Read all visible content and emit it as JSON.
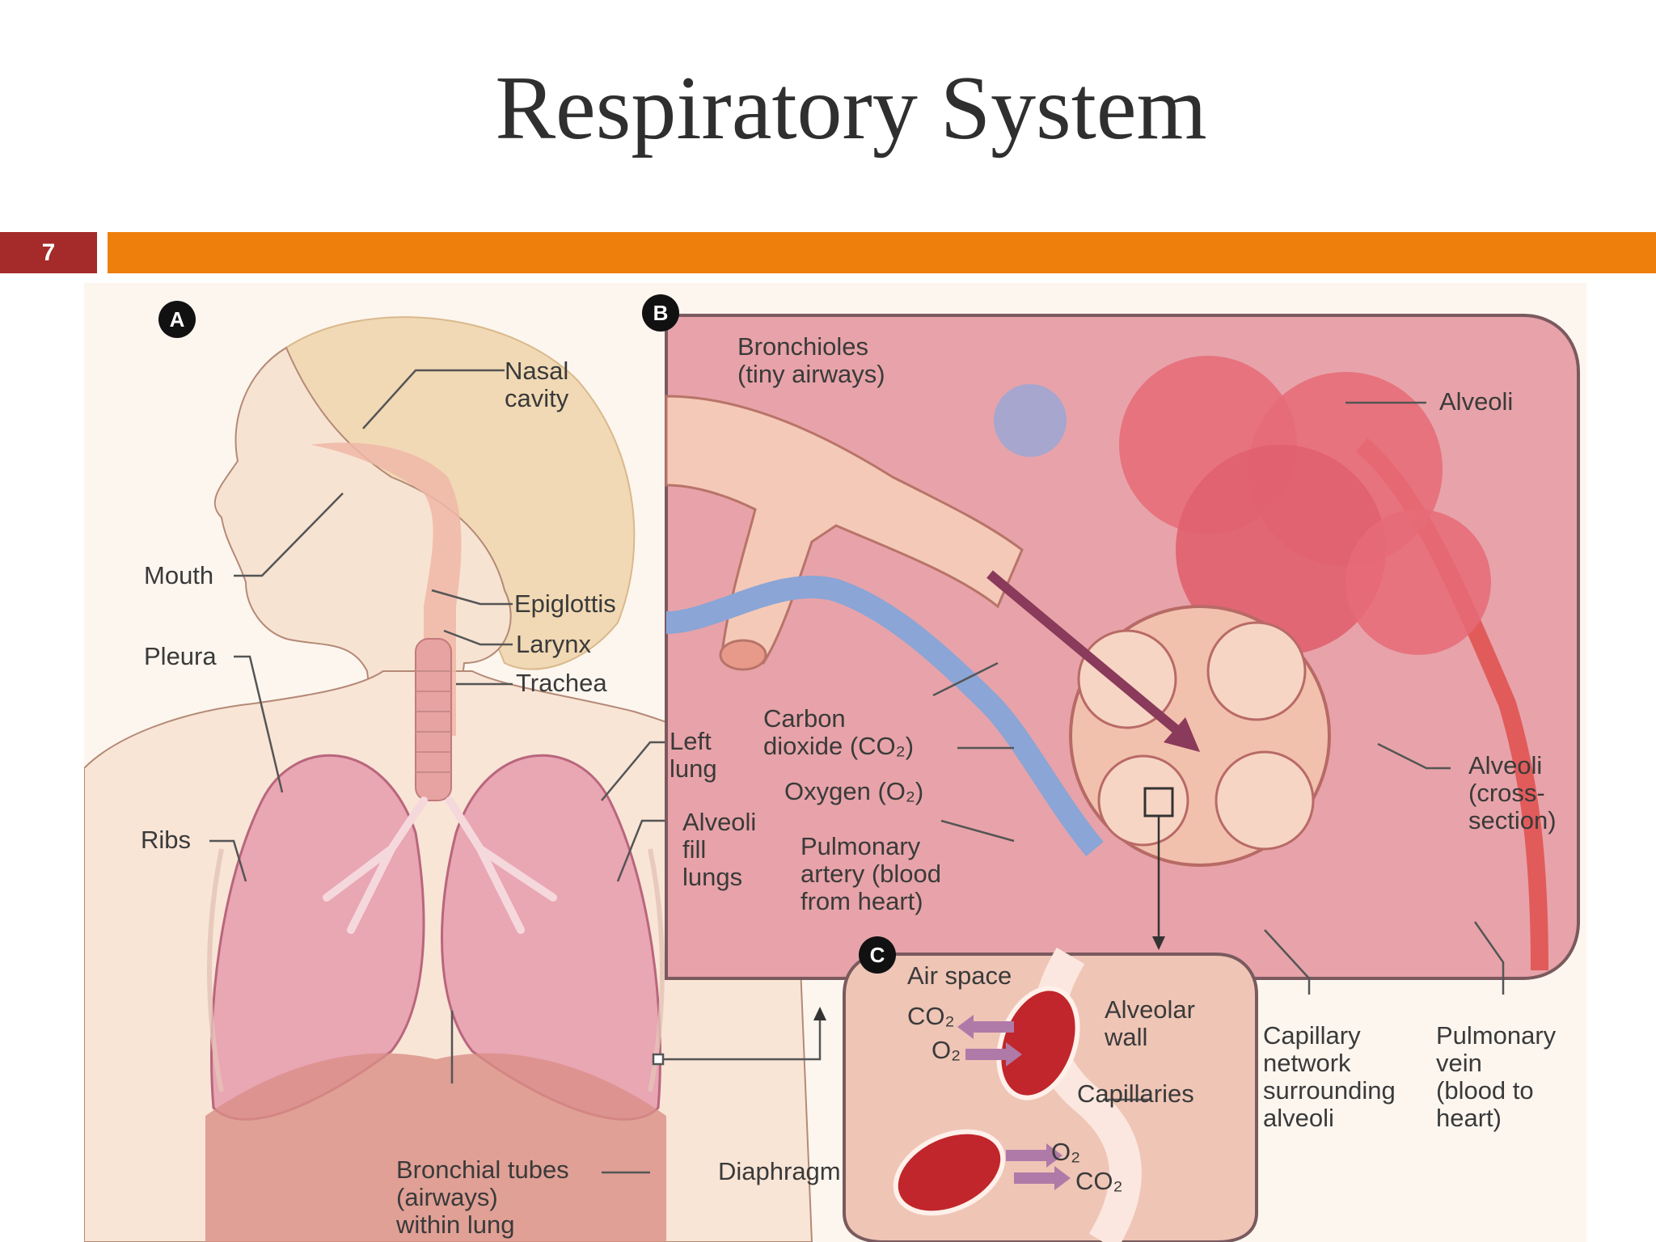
{
  "slide": {
    "title": "Respiratory System",
    "number": "7"
  },
  "colors": {
    "number_box": "#a52a2a",
    "accent_bar": "#ee7f0d",
    "background": "#ffffff"
  },
  "diagram": {
    "panels": {
      "a": "A",
      "b": "B",
      "c": "C"
    },
    "labels": {
      "nasal_cavity": "Nasal\ncavity",
      "mouth": "Mouth",
      "epiglottis": "Epiglottis",
      "larynx": "Larynx",
      "trachea": "Trachea",
      "pleura": "Pleura",
      "left_lung": "Left\nlung",
      "ribs": "Ribs",
      "alveoli_fill_lungs": "Alveoli\nfill\nlungs",
      "bronchial_tubes": "Bronchial tubes\n(airways)\nwithin lung",
      "diaphragm": "Diaphragm",
      "bronchioles": "Bronchioles\n(tiny airways)",
      "alveoli": "Alveoli",
      "carbon_dioxide": "Carbon\ndioxide (CO₂)",
      "oxygen": "Oxygen (O₂)",
      "pulmonary_artery": "Pulmonary\nartery (blood\nfrom heart)",
      "alveoli_cross_section": "Alveoli\n(cross-\nsection)",
      "capillary_network": "Capillary\nnetwork\nsurrounding\nalveoli",
      "pulmonary_vein": "Pulmonary\nvein\n(blood to\nheart)",
      "air_space": "Air space",
      "alveolar_wall": "Alveolar\nwall",
      "capillaries": "Capillaries",
      "co2_left": "CO₂",
      "o2_left": "O₂",
      "o2_right": "O₂",
      "co2_right": "CO₂"
    }
  }
}
